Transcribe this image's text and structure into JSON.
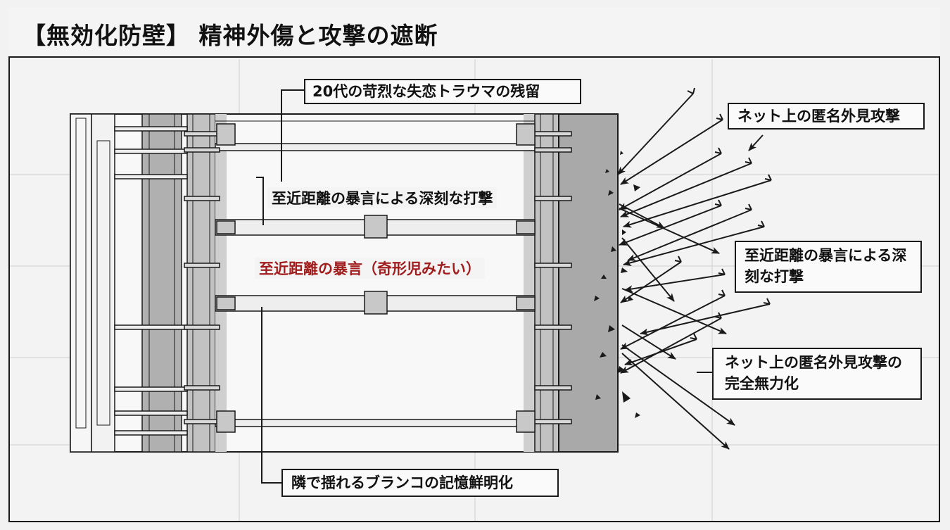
{
  "title": "【無効化防壁】 精神外傷と攻撃の遮断",
  "labels": {
    "trauma_20s": "20代の苛烈な失恋トラウマの残留",
    "verbal_impact": "至近距離の暴言による深刻な打撃",
    "verbal_quote": "至近距離の暴言（奇形児みたい）",
    "swing_memory": "隣で揺れるブランコの記憶鮮明化",
    "net_attack": "ネット上の匿名外見攻撃",
    "verbal_impact_right": "至近距離の暴言による深刻な打撃",
    "net_nullified": "ネット上の匿名外見攻撃の完全無力化"
  },
  "colors": {
    "accent_red": "#a11d1d",
    "wall_gray": "#a9a9a9",
    "line": "#1a1a1a"
  }
}
